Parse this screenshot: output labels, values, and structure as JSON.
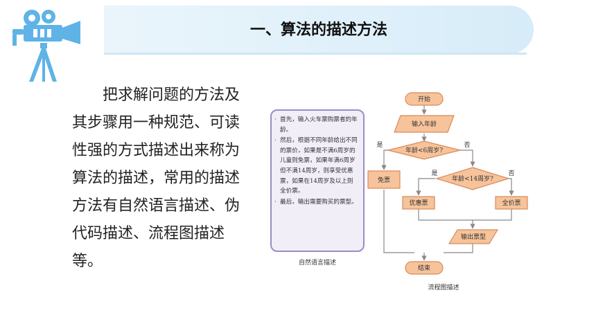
{
  "header": {
    "title": "一、算法的描述方法"
  },
  "main": {
    "paragraph": "把求解问题的方法及其步骤用一种规范、可读性强的方式描述出来称为算法的描述，常用的描述方法有自然语言描述、伪代码描述、流程图描述等。"
  },
  "natural_language": {
    "bullet": "·",
    "items": [
      "首先，输入火车票购票者的年龄。",
      "然后，根据不同年龄给出不同的票价，如果是不满6周岁的儿童则免票，如果年满6周岁但不满14周岁，则享受优惠票，如果在14周岁及以上则全价票。",
      "最后，输出需要购买的票型。"
    ],
    "caption": "自然语言描述"
  },
  "flowchart": {
    "start": "开始",
    "input": "输入年龄",
    "decision1": "年龄<6周岁?",
    "decision2": "年龄<14周岁?",
    "yes": "是",
    "no": "否",
    "free": "免票",
    "discount": "优惠票",
    "full": "全价票",
    "output": "输出票型",
    "end": "结束",
    "caption": "流程图描述",
    "colors": {
      "node_fill": "#f6c39a",
      "node_stroke": "#d9895a",
      "line": "#888888"
    }
  },
  "theme": {
    "accent": "#5fb3e6",
    "title_bg": "#e3f2fb",
    "box_border": "#9b8cc4",
    "box_fill": "#f1eef8"
  }
}
